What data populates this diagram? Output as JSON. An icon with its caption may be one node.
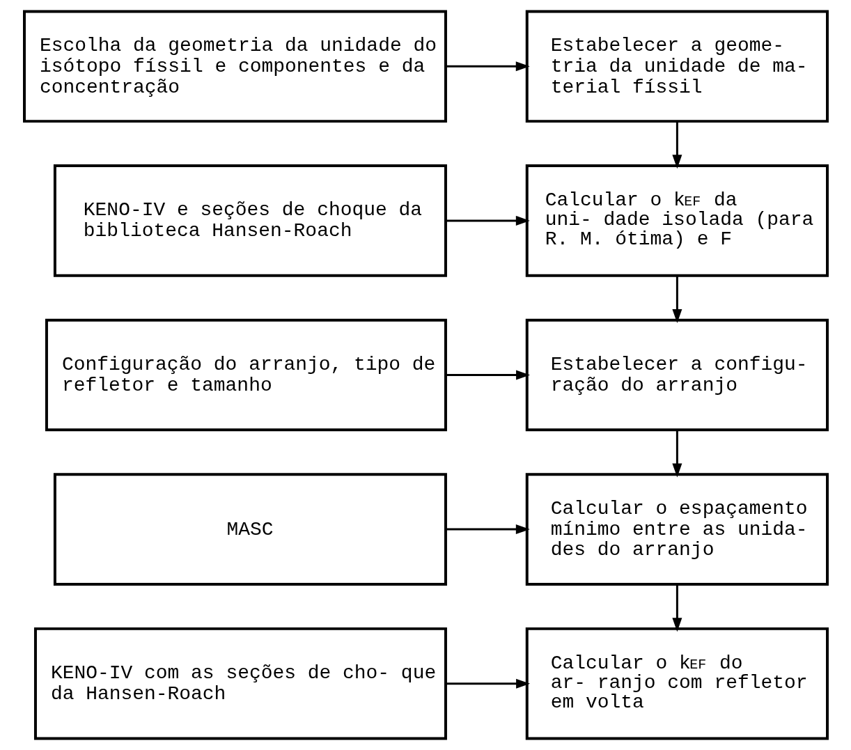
{
  "diagram": {
    "nodes": [
      {
        "text": [
          "Escolha da geometria da unidade do isótopo físsil e componentes e da concentração"
        ]
      },
      {
        "text": [
          "Estabelecer a geome- tria da unidade de ma- terial físsil"
        ]
      },
      {
        "text": [
          "KENO-IV e seções de choque da biblioteca Hansen-Roach"
        ]
      },
      {
        "text": [
          "Calcular o k$_{EF}$ da uni- dade isolada (para R. M. ótima) e F"
        ]
      },
      {
        "text": [
          "Configuração do arranjo, tipo de refletor e tamanho"
        ]
      },
      {
        "text": [
          "Estabelecer a configu- ração do arranjo"
        ]
      },
      {
        "text": [
          "MASC"
        ]
      },
      {
        "text": [
          "Calcular o espaçamento mínimo entre as unida- des do arranjo"
        ]
      },
      {
        "text": [
          "KENO-IV com as seções de cho- que da Hansen-Roach"
        ]
      },
      {
        "text": [
          "Calcular o k$_{EF}$ do ar- ranjo com refletor em volta"
        ]
      }
    ],
    "edges": [
      {
        "from": 0,
        "to": 1,
        "arrow": "to"
      },
      {
        "from": 1,
        "to": 3,
        "arrow": "to"
      },
      {
        "from": 2,
        "to": 3,
        "arrow": "to"
      },
      {
        "from": 3,
        "to": 5,
        "arrow": "to"
      },
      {
        "from": 4,
        "to": 5,
        "arrow": "to"
      },
      {
        "from": 5,
        "to": 7,
        "arrow": "to"
      },
      {
        "from": 6,
        "to": 7,
        "arrow": "to"
      },
      {
        "from": 7,
        "to": 9,
        "arrow": "to"
      },
      {
        "from": 8,
        "to": 9,
        "arrow": "to"
      }
    ]
  }
}
